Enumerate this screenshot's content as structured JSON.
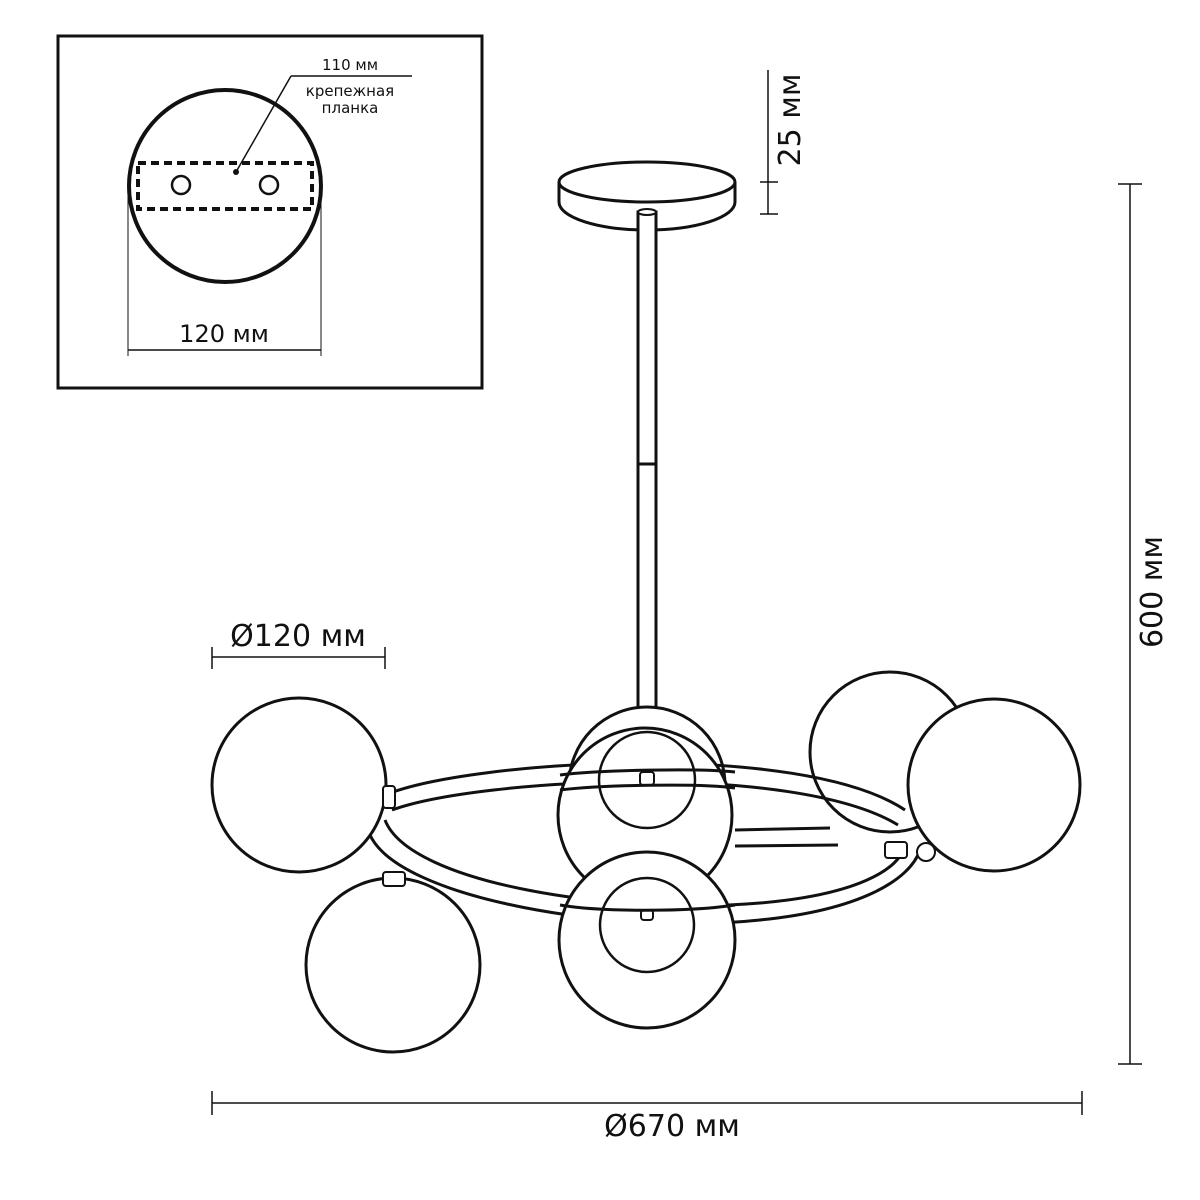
{
  "inset": {
    "plate_label_line1": "крепежная",
    "plate_label_line2": "планка",
    "plate_width": "110 мм",
    "canopy_width": "120 мм"
  },
  "dimensions": {
    "canopy_height": "25 мм",
    "total_height": "600 мм",
    "shade_diameter": "Ø120 мм",
    "total_diameter": "Ø670 мм"
  }
}
